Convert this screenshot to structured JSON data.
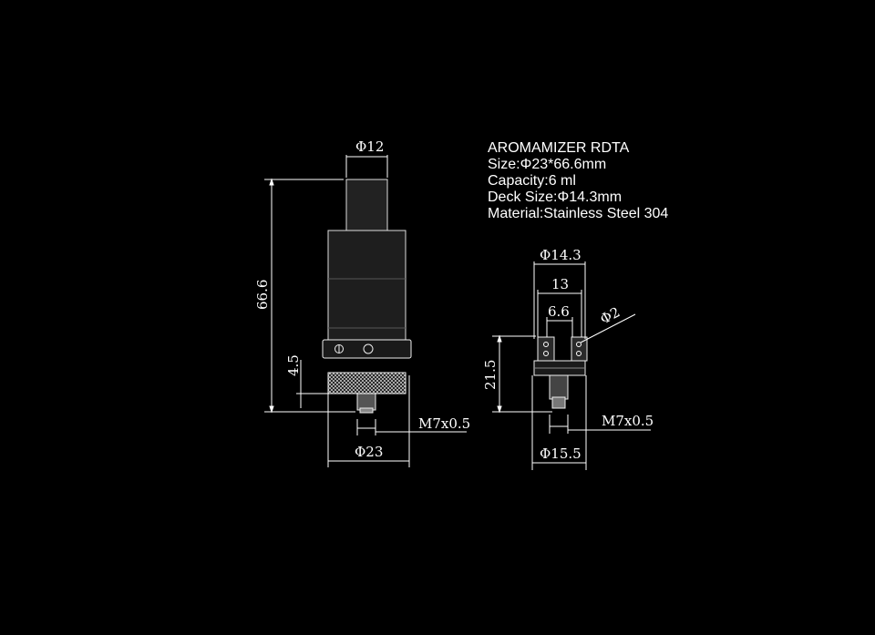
{
  "specs": {
    "name": "AROMAMIZER RDTA",
    "size": "Size:Φ23*66.6mm",
    "capacity": "Capacity:6 ml",
    "deck_size": "Deck Size:Φ14.3mm",
    "material": "Material:Stainless Steel 304"
  },
  "atomizer_dims": {
    "drip_tip_diameter": "Φ12",
    "height": "66.6",
    "base_height": "4.5",
    "thread": "M7x0.5",
    "body_diameter": "Φ23"
  },
  "deck_dims": {
    "deck_diameter": "Φ14.3",
    "post_span": "13",
    "post_gap": "6.6",
    "post_hole": "Φ2",
    "deck_height": "21.5",
    "thread": "M7x0.5",
    "base_diameter": "Φ15.5"
  },
  "colors": {
    "background": "#000000",
    "line": "#ffffff",
    "tank": "#1e1e1e"
  }
}
